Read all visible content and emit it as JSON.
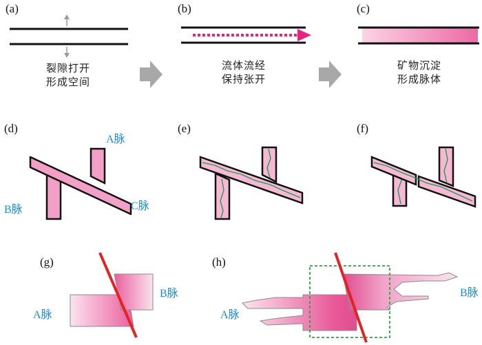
{
  "panels": {
    "a": {
      "label": "(a)",
      "caption_line1": "裂隙打开",
      "caption_line2": "形成空间"
    },
    "b": {
      "label": "(b)",
      "caption_line1": "流体流经",
      "caption_line2": "保持张开"
    },
    "c": {
      "label": "(c)",
      "caption_line1": "矿物沉淀",
      "caption_line2": "形成脉体"
    },
    "d": {
      "label": "(d)",
      "vein_a": "A脉",
      "vein_b": "B脉",
      "vein_c": "C脉"
    },
    "e": {
      "label": "(e)"
    },
    "f": {
      "label": "(f)"
    },
    "g": {
      "label": "(g)",
      "vein_a": "A脉",
      "vein_b": "B脉"
    },
    "h": {
      "label": "(h)",
      "vein_a": "A脉",
      "vein_b": "B脉"
    }
  },
  "colors": {
    "vein_pink": "#f2a0c6",
    "vein_light": "#fbe0ec",
    "arrow_magenta": "#e6237e",
    "fault_red": "#e02424",
    "label_blue": "#1a8ccc",
    "box_green": "#2ea043",
    "mineral_green": "#1e9b54",
    "process_arrow_gray": "#a8a8a8"
  }
}
